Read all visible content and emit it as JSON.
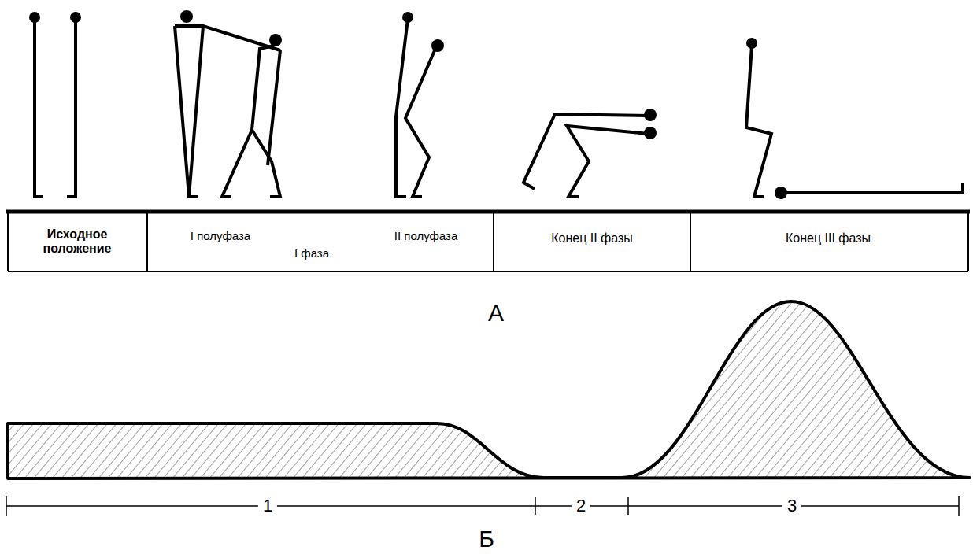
{
  "diagram": {
    "labels": [
      "Исходное положение",
      "I полуфаза",
      "I фаза",
      "II полуфаза",
      "Конец II фазы",
      "Конец III фазы",
      "А",
      "1",
      "2",
      "3",
      "Б"
    ]
  }
}
